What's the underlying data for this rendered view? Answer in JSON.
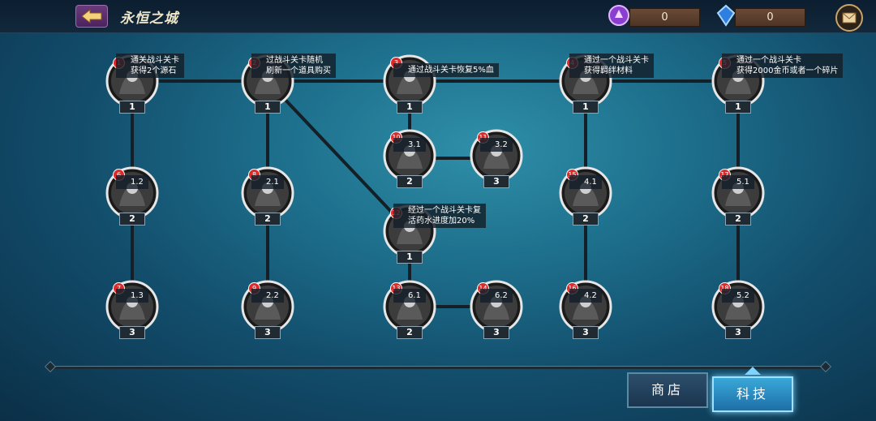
{
  "header": {
    "title": "永恒之城",
    "resource_1_value": "0",
    "resource_2_value": "0"
  },
  "nodes": [
    {
      "id": "1",
      "badge": "1",
      "level": "1",
      "tip_line1": "通关战斗关卡",
      "tip_line2": "获得2个源石"
    },
    {
      "id": "2",
      "badge": "2",
      "level": "1",
      "tip_line1": "过战斗关卡随机",
      "tip_line2": "刷新一个道具购买"
    },
    {
      "id": "3",
      "badge": "3",
      "level": "1",
      "tip_line1": "通过战斗关卡恢复5%血",
      "tip_line2": ""
    },
    {
      "id": "4",
      "badge": "4",
      "level": "1",
      "tip_line1": "通过一个战斗关卡",
      "tip_line2": "获得羁绊材料"
    },
    {
      "id": "5",
      "badge": "5",
      "level": "1",
      "tip_line1": "通过一个战斗关卡",
      "tip_line2": "获得2000金币或者一个碎片"
    },
    {
      "id": "6",
      "badge": "6",
      "level": "2",
      "tip_line1": "1.2",
      "tip_line2": ""
    },
    {
      "id": "7",
      "badge": "7",
      "level": "3",
      "tip_line1": "1.3",
      "tip_line2": ""
    },
    {
      "id": "8",
      "badge": "8",
      "level": "2",
      "tip_line1": "2.1",
      "tip_line2": ""
    },
    {
      "id": "9",
      "badge": "9",
      "level": "3",
      "tip_line1": "2.2",
      "tip_line2": ""
    },
    {
      "id": "10",
      "badge": "10",
      "level": "2",
      "tip_line1": "3.1",
      "tip_line2": ""
    },
    {
      "id": "11",
      "badge": "11",
      "level": "3",
      "tip_line1": "3.2",
      "tip_line2": ""
    },
    {
      "id": "12",
      "badge": "12",
      "level": "1",
      "tip_line1": "经过一个战斗关卡复",
      "tip_line2": "活药水进度加20%"
    },
    {
      "id": "13",
      "badge": "13",
      "level": "2",
      "tip_line1": "6.1",
      "tip_line2": ""
    },
    {
      "id": "14",
      "badge": "14",
      "level": "3",
      "tip_line1": "6.2",
      "tip_line2": ""
    },
    {
      "id": "15",
      "badge": "15",
      "level": "2",
      "tip_line1": "4.1",
      "tip_line2": ""
    },
    {
      "id": "16",
      "badge": "16",
      "level": "3",
      "tip_line1": "4.2",
      "tip_line2": ""
    },
    {
      "id": "17",
      "badge": "17",
      "level": "2",
      "tip_line1": "5.1",
      "tip_line2": ""
    },
    {
      "id": "18",
      "badge": "18",
      "level": "3",
      "tip_line1": "5.2",
      "tip_line2": ""
    }
  ],
  "tabs": {
    "shop_label": "商店",
    "tech_label": "科技"
  },
  "colors": {
    "badge": "#e02a2a",
    "active_tab": "#3aa8d8",
    "title": "#f0e6c8"
  }
}
